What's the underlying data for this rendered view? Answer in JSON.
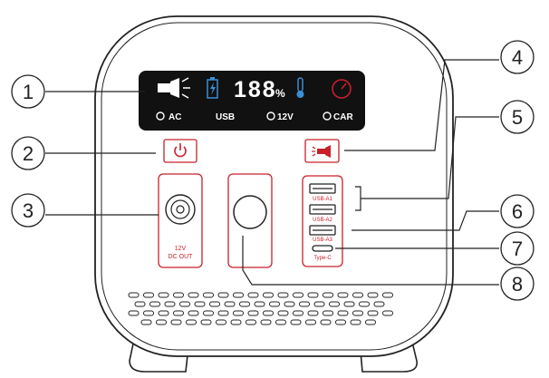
{
  "display": {
    "percent": "188",
    "percent_sign": "%",
    "labels": {
      "ac": "AC",
      "usb": "USB",
      "dc12v": "12V",
      "car": "CAR"
    }
  },
  "ports": {
    "usb_a1": "USB-A1",
    "usb_a2": "USB-A2",
    "usb_a3": "USB-A3",
    "type_c": "Type-C",
    "dc_out_line1": "12V",
    "dc_out_line2": "DC OUT"
  },
  "callouts": [
    "1",
    "2",
    "3",
    "4",
    "5",
    "6",
    "7",
    "8"
  ],
  "colors": {
    "accent_red": "#c8202b",
    "lcd_bg": "#111111",
    "lcd_blue": "#3a8fd6",
    "outline": "#222222"
  }
}
